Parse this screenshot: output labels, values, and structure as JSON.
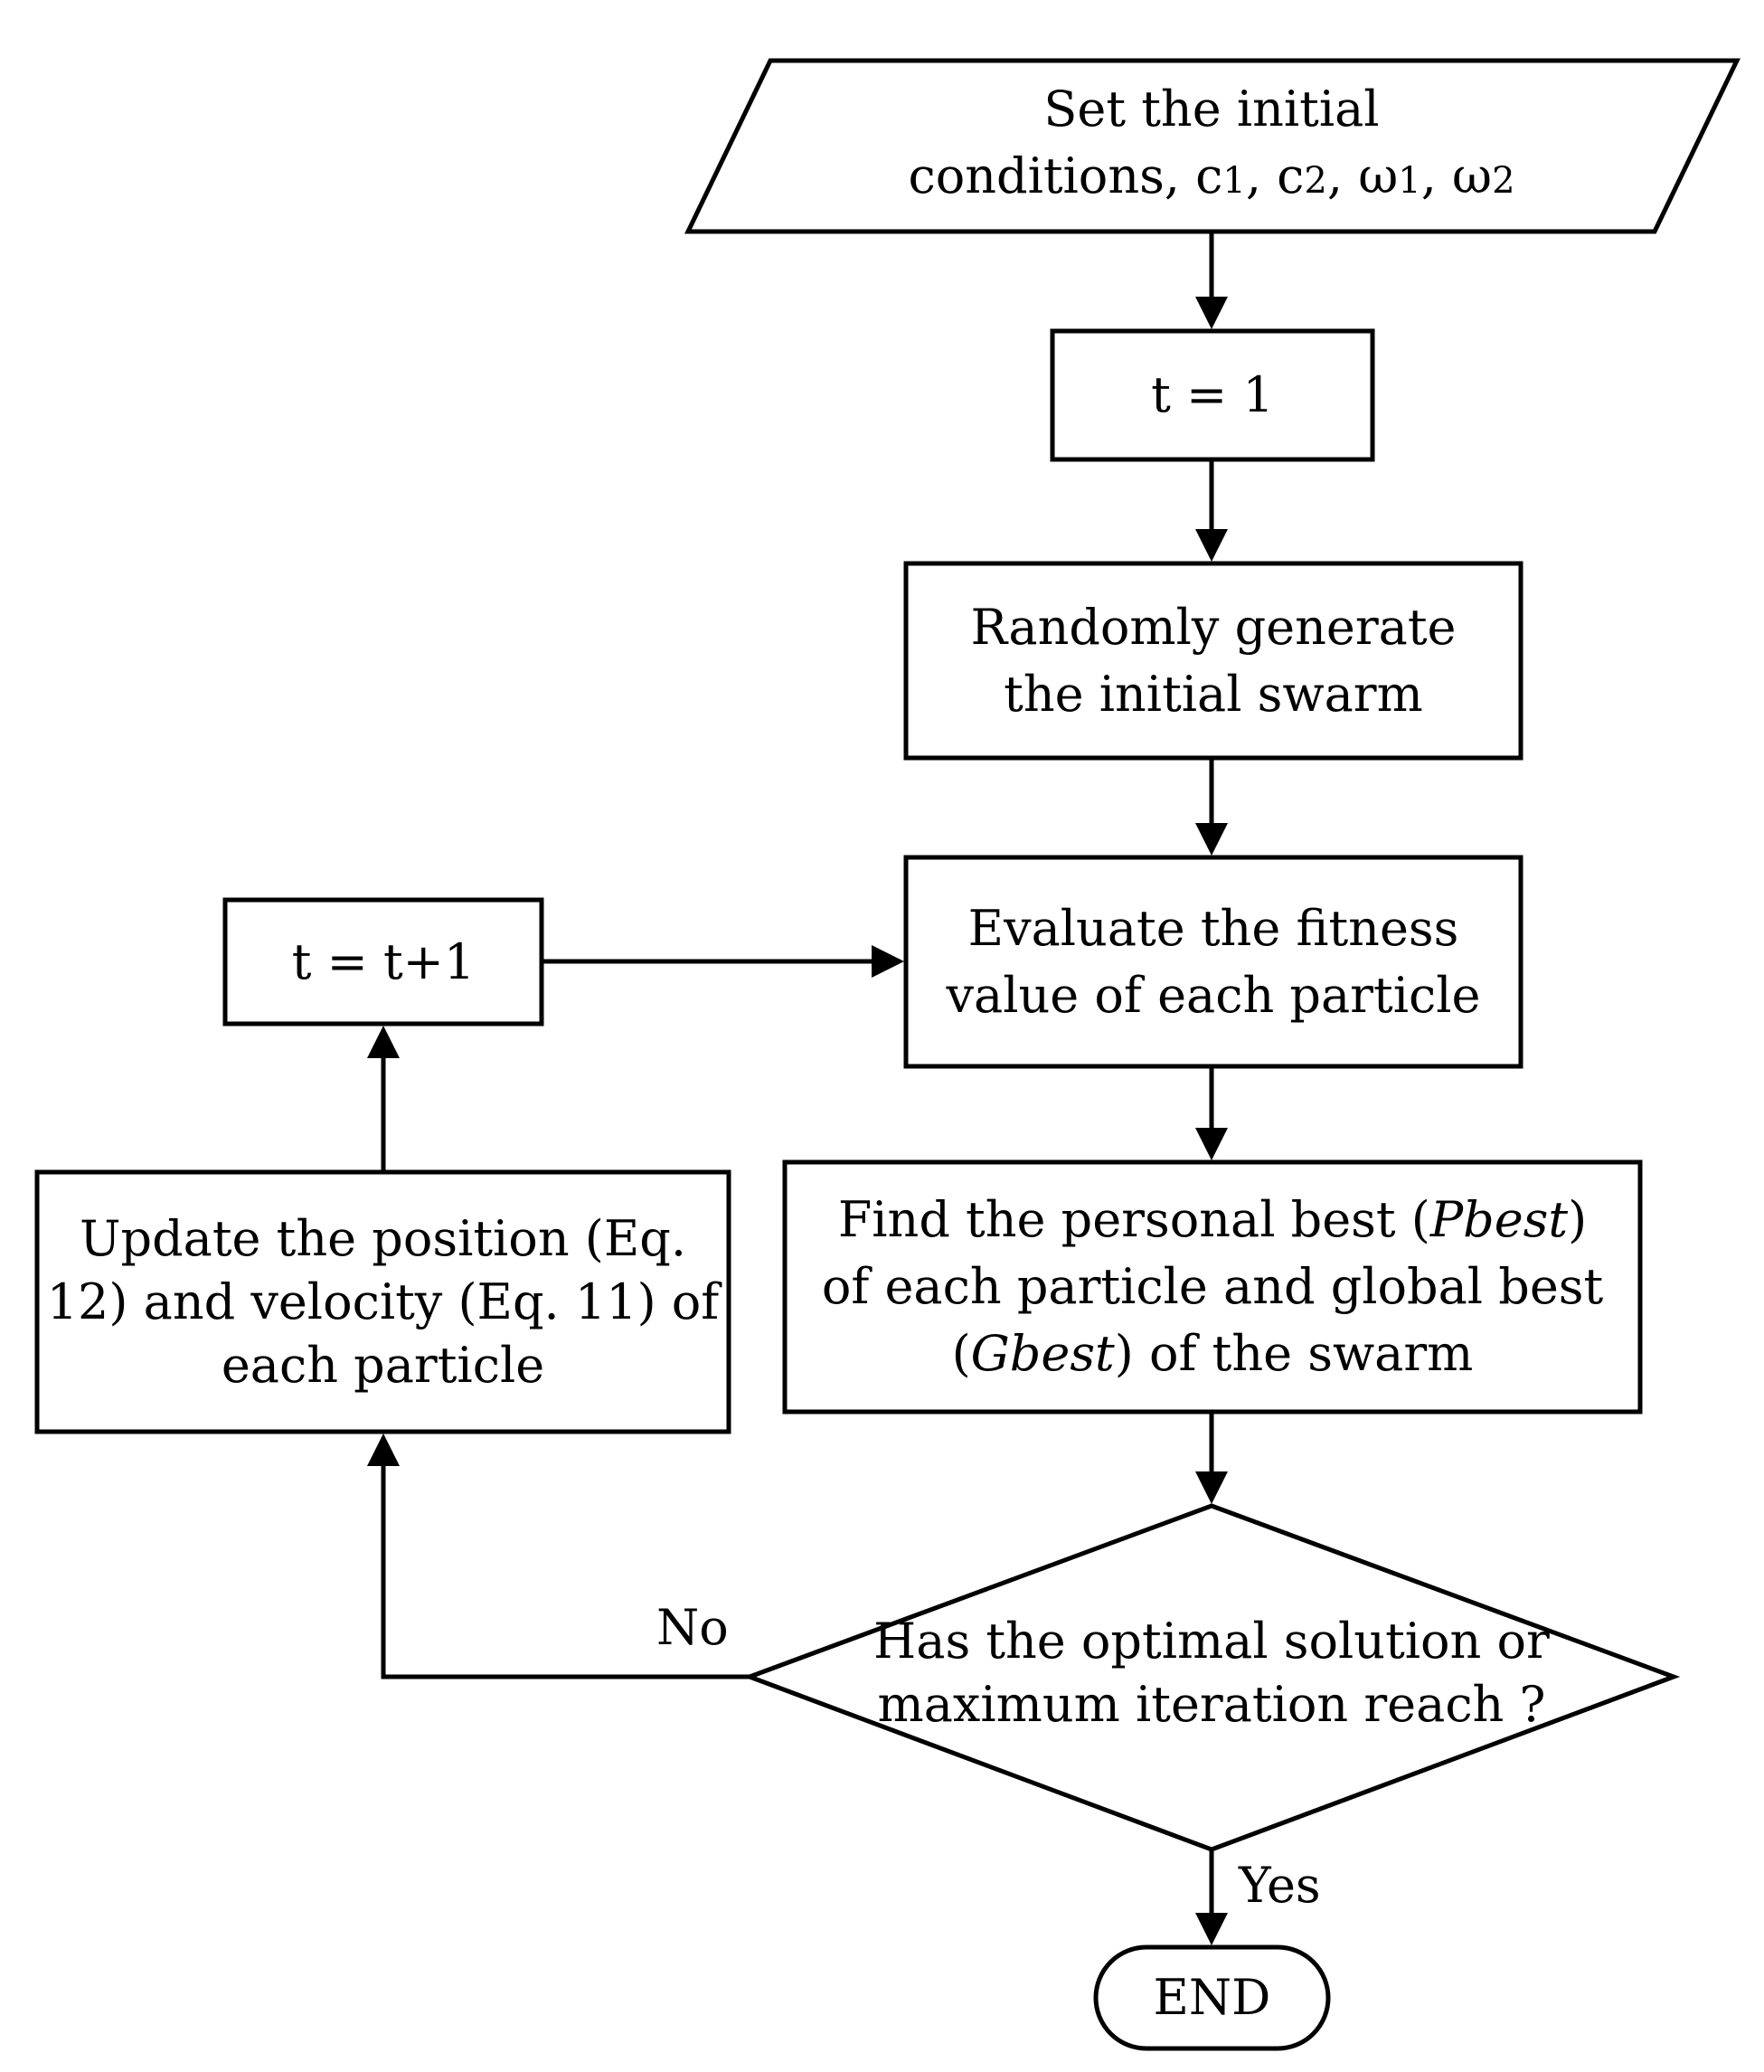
{
  "nodes": {
    "init": {
      "line1": "Set the initial",
      "line2_prefix": "conditions, c",
      "c1_sub": "1",
      "sep1": ", c",
      "c2_sub": "2",
      "sep2": ", ω",
      "w1_sub": "1",
      "sep3": ", ω",
      "w2_sub": "2"
    },
    "t_init": {
      "text": "t = 1"
    },
    "generate": {
      "line1": "Randomly generate",
      "line2": "the initial swarm"
    },
    "evaluate": {
      "line1": "Evaluate the fitness",
      "line2": "value of each particle"
    },
    "find_best": {
      "l1_a": "Find the personal best (",
      "l1_b": "Pbest",
      "l1_c": ")",
      "line2": "of each particle and global best",
      "l3_a": "(",
      "l3_b": "Gbest",
      "l3_c": ") of the swarm"
    },
    "decision": {
      "line1": "Has the optimal solution or",
      "line2": "maximum iteration reach ?"
    },
    "update": {
      "line1": "Update the position (Eq.",
      "line2": "12) and velocity (Eq. 11) of",
      "line3": "each particle"
    },
    "t_incr": {
      "text": "t = t+1"
    },
    "end": {
      "text": "END"
    }
  },
  "edges": {
    "no_label": "No",
    "yes_label": "Yes"
  }
}
